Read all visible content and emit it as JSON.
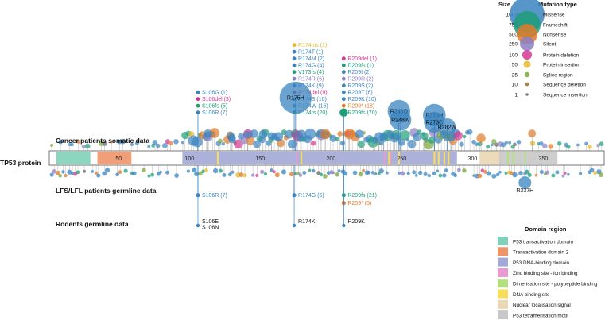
{
  "colors": {
    "Missense": "#3a84c0",
    "Frameshift": "#1f9e78",
    "Nonsense": "#e07a2a",
    "Silent": "#8c7fc4",
    "Protein deletion": "#d63591",
    "Protein insertion": "#e5b82a",
    "Splice region": "#7aa637",
    "Sequence deletion": "#9c6b2e",
    "Sequence insertion": "#666666"
  },
  "chart_data": {
    "type": "lollipop",
    "protein_label": "TP53 protein",
    "x_range": [
      1,
      393
    ],
    "ticks": [
      50,
      100,
      150,
      200,
      250,
      300,
      350
    ],
    "track_labels": {
      "somatic": "Cancer patients somatic data",
      "germline": "LFS/LFL patients germline data",
      "rodents": "Rodents germline data"
    },
    "size_legend": {
      "title": "Size",
      "values": [
        "1000",
        "750",
        "500",
        "250",
        "100",
        "50",
        "25",
        "10",
        "1"
      ]
    },
    "type_legend": {
      "title": "Mutation type",
      "items": [
        "Missense",
        "Frameshift",
        "Nonsense",
        "Silent",
        "Protein deletion",
        "Protein insertion",
        "Splice region",
        "Sequence deletion",
        "Sequence insertion"
      ]
    },
    "domain_legend": {
      "title": "Domain region",
      "items": [
        {
          "name": "P53 transactivation domain",
          "color": "#7fd1b9"
        },
        {
          "name": "Transactivation domain 2",
          "color": "#f0956a"
        },
        {
          "name": "P53 DNA-binding domain",
          "color": "#a3a8d6"
        },
        {
          "name": "Zinc binding site - ion binding",
          "color": "#e89ad0"
        },
        {
          "name": "Dimerisation site - polypeptide binding",
          "color": "#b5df7f"
        },
        {
          "name": "DNA binding site",
          "color": "#f6dd5a"
        },
        {
          "name": "Nuclear localisation signal",
          "color": "#ead7b4"
        },
        {
          "name": "P53 tetramerisation motif",
          "color": "#c8c8c8"
        }
      ]
    },
    "domains": [
      {
        "name": "P53 transactivation domain",
        "start": 6,
        "end": 30
      },
      {
        "name": "Transactivation domain 2",
        "start": 35,
        "end": 59
      },
      {
        "name": "P53 DNA-binding domain",
        "start": 95,
        "end": 289
      },
      {
        "name": "Nuclear localisation signal",
        "start": 305,
        "end": 321
      },
      {
        "name": "P53 tetramerisation motif",
        "start": 319,
        "end": 360
      }
    ],
    "somatic_groups": [
      {
        "pos": 106,
        "anchor_size": 25,
        "items": [
          {
            "label": "S106G (1)",
            "type": "Missense"
          },
          {
            "label": "S106del (3)",
            "type": "Protein deletion"
          },
          {
            "label": "S106fs (5)",
            "type": "Frameshift"
          },
          {
            "label": "S106R (7)",
            "type": "Missense"
          }
        ]
      },
      {
        "pos": 174,
        "anchor_size": 25,
        "items": [
          {
            "label": "R174ins (1)",
            "type": "Protein insertion"
          },
          {
            "label": "R174T (1)",
            "type": "Missense"
          },
          {
            "label": "R174M (2)",
            "type": "Missense"
          },
          {
            "label": "R174G (4)",
            "type": "Missense"
          },
          {
            "label": "V173fs (4)",
            "type": "Frameshift"
          },
          {
            "label": "R174R (6)",
            "type": "Silent"
          },
          {
            "label": "R174K (9)",
            "type": "Missense"
          },
          {
            "label": "R174del (9)",
            "type": "Protein deletion"
          },
          {
            "label": "R174S (10)",
            "type": "Missense"
          },
          {
            "label": "R174W (16)",
            "type": "Missense"
          },
          {
            "label": "R174fs (20)",
            "type": "Frameshift"
          }
        ]
      },
      {
        "pos": 209,
        "anchor_size": 60,
        "items": [
          {
            "label": "R209del (1)",
            "type": "Protein deletion"
          },
          {
            "label": "D209fs (1)",
            "type": "Frameshift"
          },
          {
            "label": "R209I (2)",
            "type": "Missense"
          },
          {
            "label": "R209R (2)",
            "type": "Silent"
          },
          {
            "label": "R209S (2)",
            "type": "Missense"
          },
          {
            "label": "R209T (6)",
            "type": "Missense"
          },
          {
            "label": "R209K (10)",
            "type": "Missense"
          },
          {
            "label": "R209* (18)",
            "type": "Nonsense"
          },
          {
            "label": "R209fs (70)",
            "type": "Frameshift"
          }
        ]
      }
    ],
    "somatic_hotspots": [
      {
        "label": "R175H",
        "pos": 175,
        "type": "Missense",
        "size": 1000
      },
      {
        "label": "R248Q",
        "pos": 248,
        "type": "Missense",
        "size": 500
      },
      {
        "label": "R248W",
        "pos": 248,
        "type": "Missense",
        "size": 450
      },
      {
        "label": "R273H",
        "pos": 273,
        "type": "Missense",
        "size": 500
      },
      {
        "label": "R273C",
        "pos": 273,
        "type": "Missense",
        "size": 420
      },
      {
        "label": "R282W",
        "pos": 282,
        "type": "Missense",
        "size": 300
      }
    ],
    "germline_groups": [
      {
        "pos": 106,
        "items": [
          {
            "label": "S106R (7)",
            "type": "Missense"
          }
        ]
      },
      {
        "pos": 174,
        "items": [
          {
            "label": "R174G (6)",
            "type": "Missense"
          }
        ]
      },
      {
        "pos": 209,
        "items": [
          {
            "label": "R209fs (21)",
            "type": "Frameshift"
          },
          {
            "label": "R209* (5)",
            "type": "Nonsense"
          }
        ]
      }
    ],
    "germline_hotspots": [
      {
        "label": "R337H",
        "pos": 337,
        "type": "Missense",
        "size": 120
      }
    ],
    "rodent_sites": [
      {
        "pos": 106,
        "labels": [
          "S106E",
          "S106N"
        ]
      },
      {
        "pos": 174,
        "labels": [
          "R174K"
        ]
      },
      {
        "pos": 209,
        "labels": [
          "R209K"
        ]
      }
    ]
  }
}
